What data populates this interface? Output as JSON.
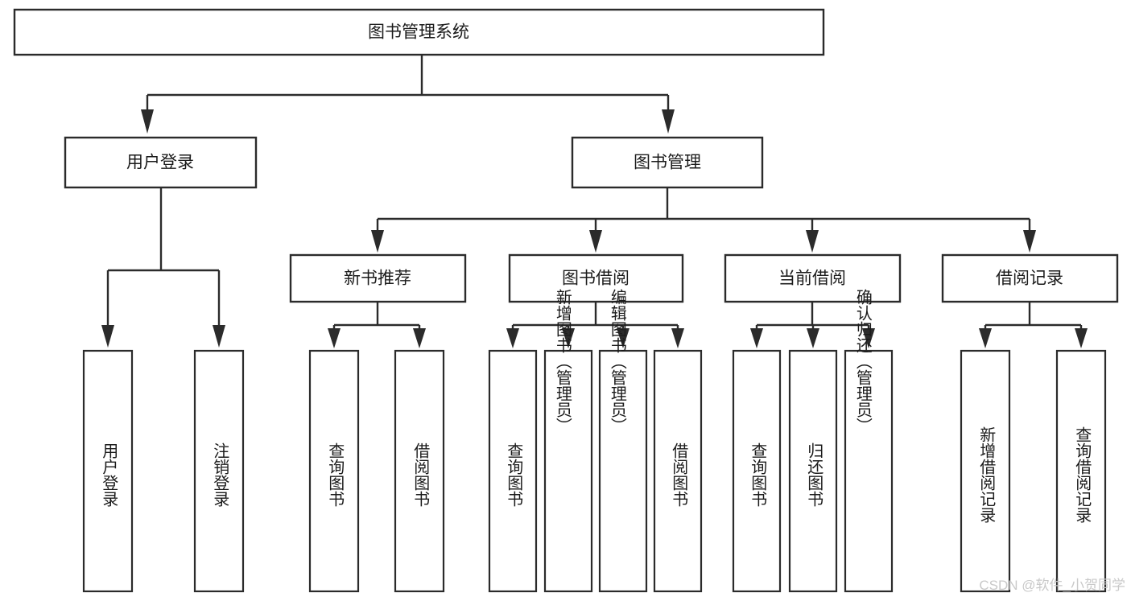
{
  "diagram": {
    "type": "tree",
    "title": "图书管理系统",
    "orientation": "top-down",
    "colors": {
      "box_stroke": "#2b2b2b",
      "box_fill": "#ffffff",
      "text": "#1b1b1b",
      "connector": "#2b2b2b",
      "watermark": "#c9c9c9",
      "background": "#ffffff"
    },
    "root": {
      "label": "图书管理系统"
    },
    "level1": [
      {
        "label": "用户登录"
      },
      {
        "label": "图书管理"
      }
    ],
    "level2": [
      {
        "label": "新书推荐"
      },
      {
        "label": "图书借阅"
      },
      {
        "label": "当前借阅"
      },
      {
        "label": "借阅记录"
      }
    ],
    "leaves": {
      "user_login": [
        {
          "label": "用户登录"
        },
        {
          "label": "注销登录"
        }
      ],
      "new_book_recommend": [
        {
          "label": "查询图书"
        },
        {
          "label": "借阅图书"
        }
      ],
      "book_borrow": [
        {
          "label": "查询图书"
        },
        {
          "label": "新增图书（管理员）"
        },
        {
          "label": "编辑图书（管理员）"
        },
        {
          "label": "借阅图书"
        }
      ],
      "current_borrow": [
        {
          "label": "查询图书"
        },
        {
          "label": "归还图书"
        },
        {
          "label": "确认归还（管理员）"
        }
      ],
      "borrow_record": [
        {
          "label": "新增借阅记录"
        },
        {
          "label": "查询借阅记录"
        }
      ]
    },
    "watermark": "CSDN @软件_小贺同学"
  }
}
